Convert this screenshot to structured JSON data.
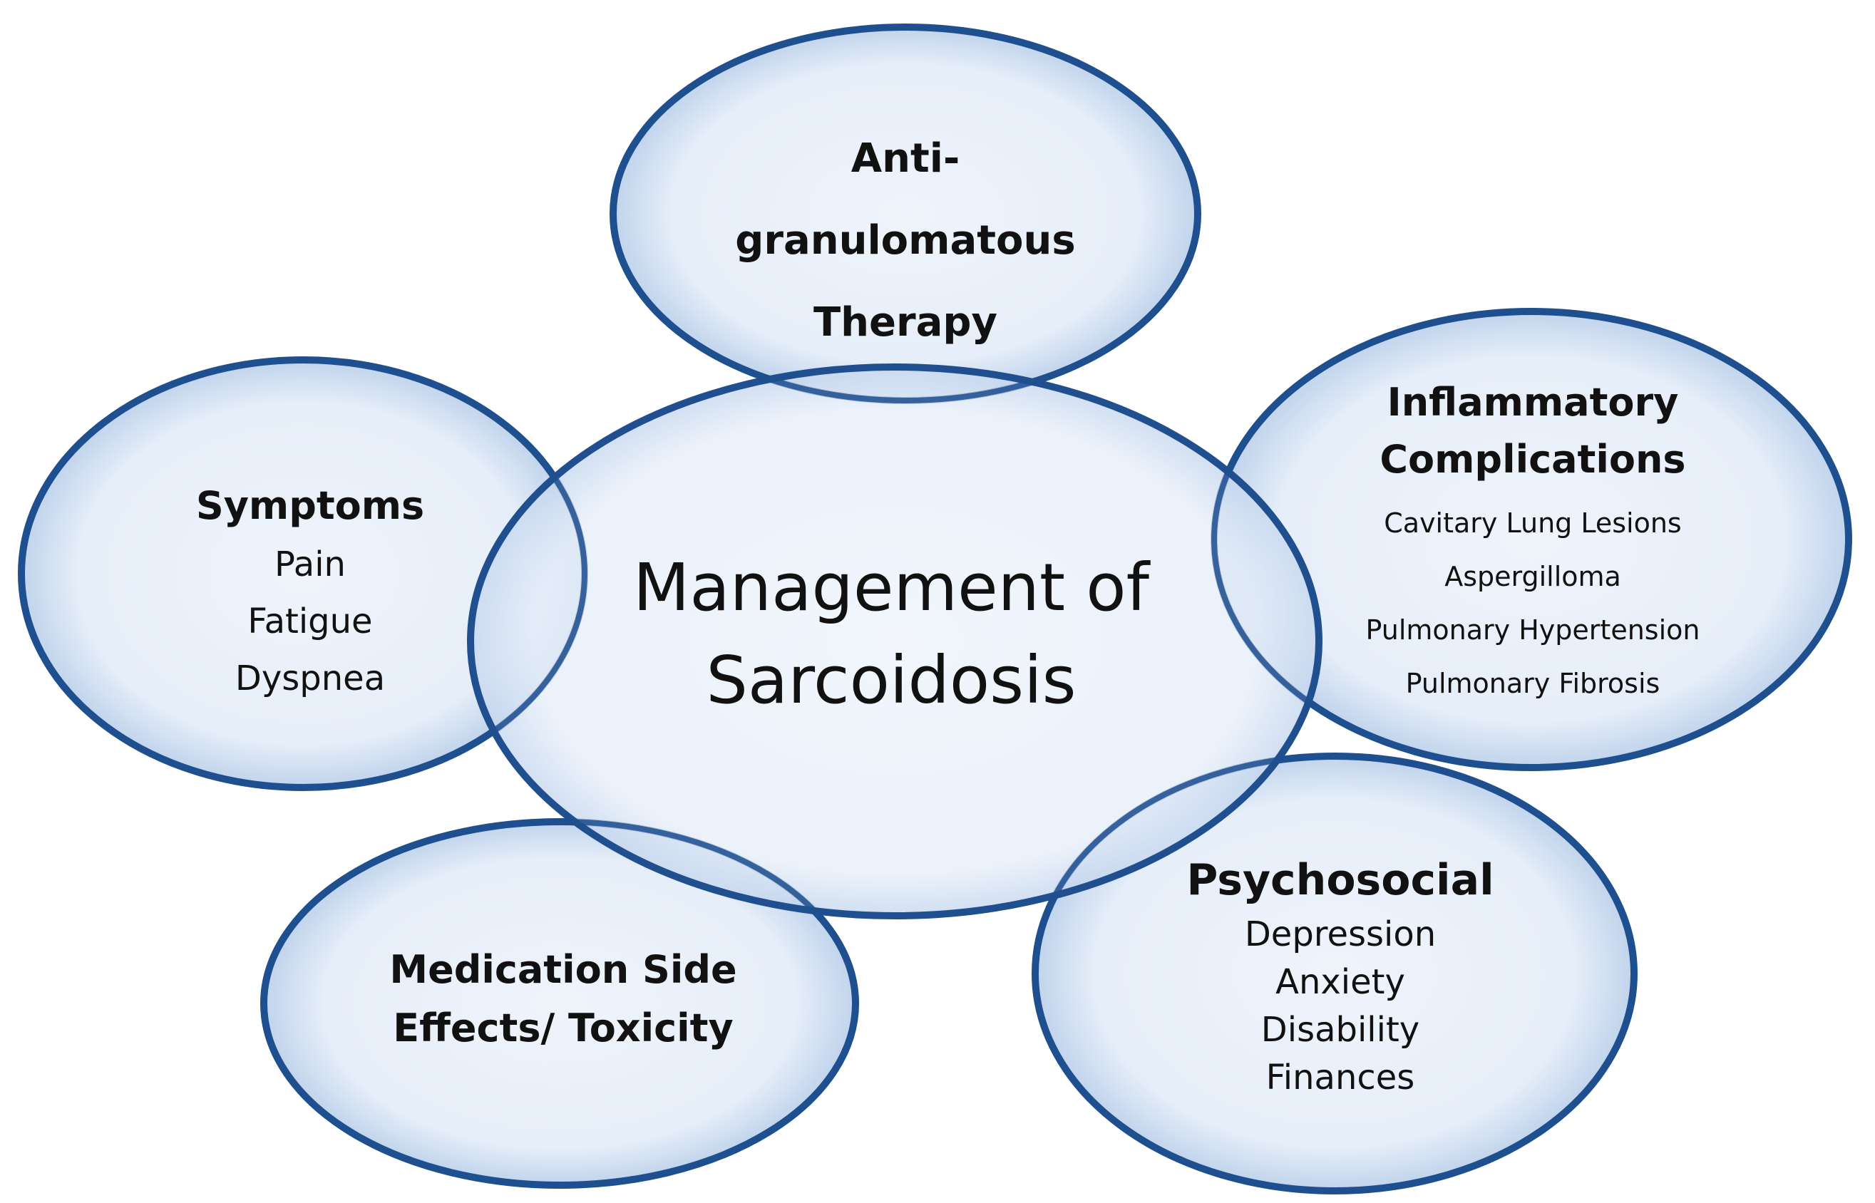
{
  "diagram": {
    "center": {
      "title_line1": "Management of",
      "title_line2": "Sarcoidosis"
    },
    "therapy": {
      "line1": "Anti-",
      "line2": "granulomatous",
      "line3": "Therapy"
    },
    "symptoms": {
      "title": "Symptoms",
      "items": [
        "Pain",
        "Fatigue",
        "Dyspnea"
      ]
    },
    "inflammatory": {
      "title_line1": "Inflammatory",
      "title_line2": "Complications",
      "items": [
        "Cavitary Lung Lesions",
        "Aspergilloma",
        "Pulmonary Hypertension",
        "Pulmonary Fibrosis"
      ]
    },
    "medication": {
      "line1": "Medication Side",
      "line2": "Effects/ Toxicity"
    },
    "psychosocial": {
      "title": "Psychosocial",
      "items": [
        "Depression",
        "Anxiety",
        "Disability",
        "Finances"
      ]
    }
  },
  "colors": {
    "fill_light": "#eef3fb",
    "fill_edge": "#c7d8ef",
    "stroke": "#1f4f8f"
  }
}
